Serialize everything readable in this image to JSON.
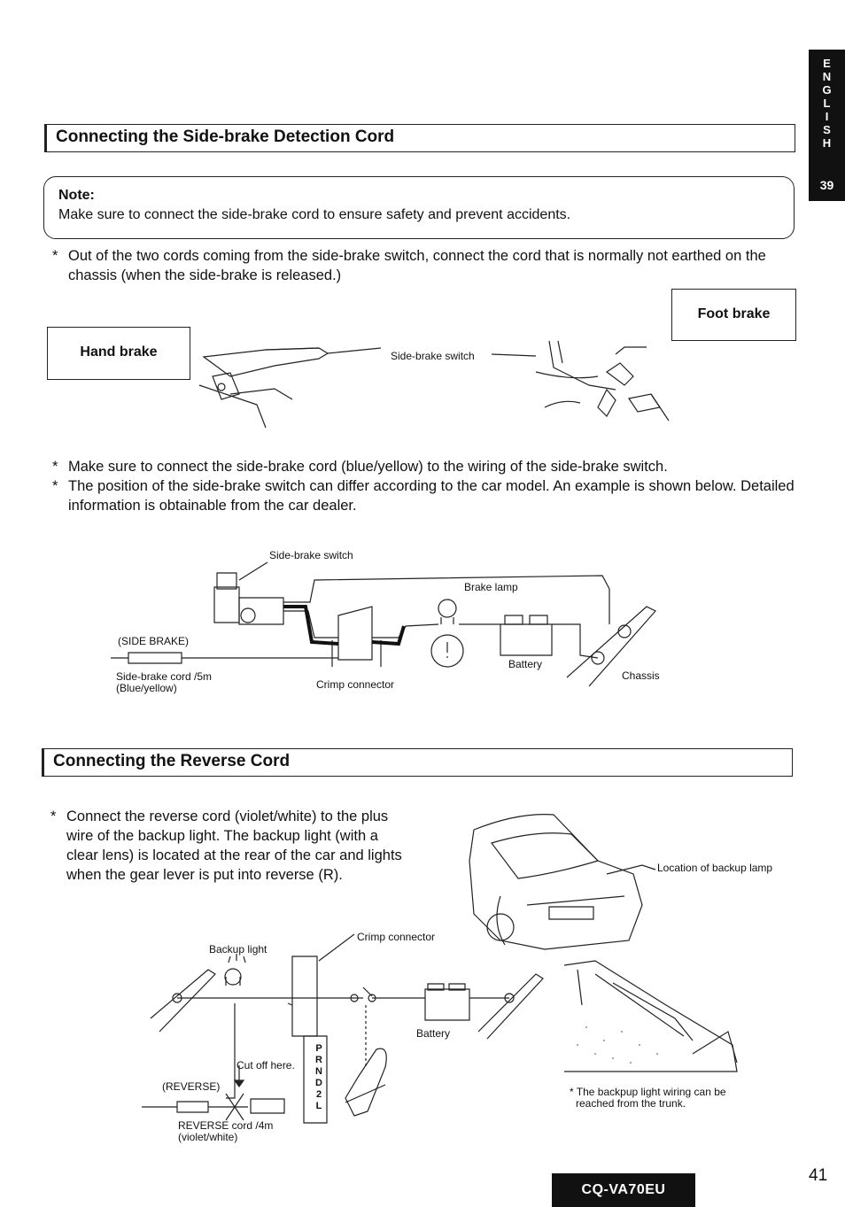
{
  "language_tab": {
    "letters": [
      "E",
      "N",
      "G",
      "L",
      "I",
      "S",
      "H"
    ],
    "section_number": "39"
  },
  "section1": {
    "title": "Connecting the Side-brake Detection Cord",
    "note": {
      "title": "Note:",
      "text": "Make sure to connect the side-brake cord to ensure safety and prevent accidents."
    },
    "bullet1": "Out of the two cords coming from the side-brake switch, connect the cord that is normally not earthed on the chassis (when the side-brake is released.)",
    "figure1": {
      "hand_brake_label": "Hand brake",
      "foot_brake_label": "Foot brake",
      "switch_label": "Side-brake switch"
    },
    "bullet2": "Make sure to connect the side-brake cord (blue/yellow) to the wiring of the side-brake switch.",
    "bullet3": "The position of the side-brake switch can differ according to the car model. An example is shown below. Detailed information is obtainable from the car dealer.",
    "figure2": {
      "switch_label": "Side-brake switch",
      "brake_lamp_label": "Brake lamp",
      "side_brake_label": "(SIDE BRAKE)",
      "cord_label_1": "Side-brake cord /5m",
      "cord_label_2": "(Blue/yellow)",
      "crimp_label": "Crimp connector",
      "battery_label": "Battery",
      "chassis_label": "Chassis"
    }
  },
  "section2": {
    "title": "Connecting the Reverse Cord",
    "bullet_lines": [
      "Connect the reverse cord (violet/white) to the plus",
      "wire of the backup light. The backup light (with a",
      "clear lens) is located at the rear of the car and lights",
      "when the gear lever is put into reverse (R)."
    ],
    "figure": {
      "location_label": "Location of backup lamp",
      "crimp_label": "Crimp connector",
      "backup_light_label": "Backup light",
      "battery_label": "Battery",
      "cut_off_label": "Cut off here.",
      "reverse_label": "(REVERSE)",
      "cord_label_1": "REVERSE cord /4m",
      "cord_label_2": "(violet/white)",
      "gear_letters": [
        "P",
        "R",
        "N",
        "D",
        "2",
        "L"
      ],
      "trunk_note_1": "The backpup light wiring can be",
      "trunk_note_2": "reached from the trunk."
    }
  },
  "footer": {
    "model": "CQ-VA70EU",
    "page": "41"
  }
}
